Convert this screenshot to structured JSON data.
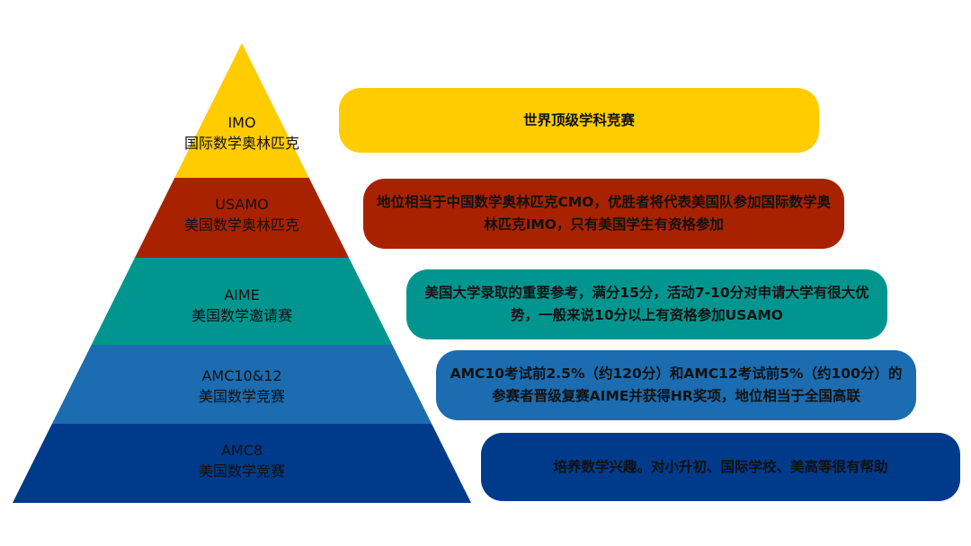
{
  "colors": {
    "level1": "#FFCC00",
    "level2": "#A92200",
    "level3": "#00968F",
    "level4": "#1B6CB0",
    "level5": "#003A8A"
  },
  "levels": [
    {
      "name": "IMO",
      "subtitle": "国际数学奥林匹克",
      "description": "世界顶级学科竞赛"
    },
    {
      "name": "USAMO",
      "subtitle": "美国数学奥林匹克",
      "description": "地位相当于中国数学奥林匹克CMO，优胜者将代表美国队参加国际数学奥林匹克IMO，只有美国学生有资格参加"
    },
    {
      "name": "AIME",
      "subtitle": "美国数学邀请赛",
      "description": "美国大学录取的重要参考，满分15分，活动7-10分对申请大学有很大优势，一般来说10分以上有资格参加USAMO"
    },
    {
      "name": "AMC10&12",
      "subtitle": "美国数学竞赛",
      "description": "AMC10考试前2.5%（约120分）和AMC12考试前5%（约100分）的参赛者晋级复赛AIME并获得HR奖项，地位相当于全国高联"
    },
    {
      "name": "AMC8",
      "subtitle": "美国数学竞赛",
      "description": "培养数学兴趣。对小升初、国际学校、美高等很有帮助"
    }
  ]
}
